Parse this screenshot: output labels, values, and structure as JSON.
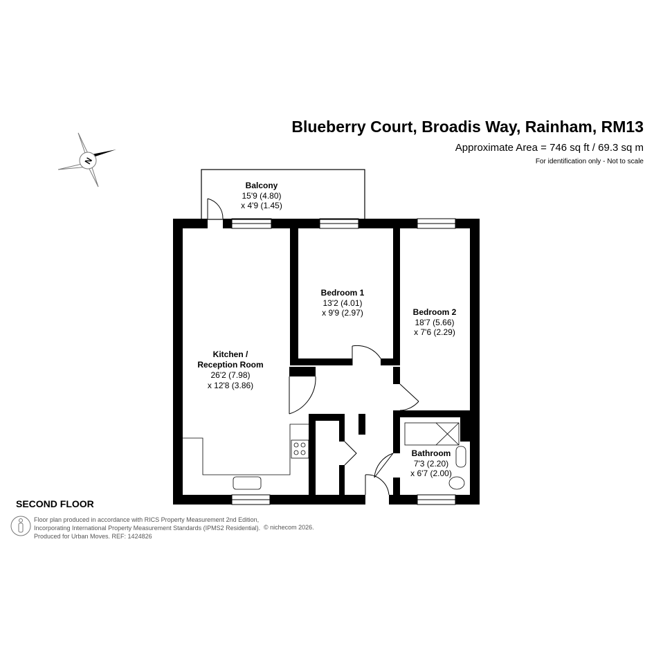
{
  "header": {
    "title": "Blueberry Court, Broadis Way, Rainham, RM13",
    "area": "Approximate Area = 746 sq ft / 69.3 sq m",
    "note": "For identification only - Not to scale"
  },
  "compass": {
    "label": "N"
  },
  "rooms": [
    {
      "name": "Balcony",
      "dim1": "15'9 (4.80)",
      "dim2": "x 4'9 (1.45)"
    },
    {
      "name": "Bedroom 1",
      "dim1": "13'2 (4.01)",
      "dim2": "x 9'9 (2.97)"
    },
    {
      "name": "Bedroom 2",
      "dim1": "18'7 (5.66)",
      "dim2": "x 7'6 (2.29)"
    },
    {
      "name": "Kitchen /",
      "name2": "Reception Room",
      "dim1": "26'2 (7.98)",
      "dim2": "x 12'8 (3.86)"
    },
    {
      "name": "Bathroom",
      "dim1": "7'3 (2.20)",
      "dim2": "x 6'7 (2.00)"
    }
  ],
  "floor_label": "SECOND FLOOR",
  "footer": {
    "line1": "Floor plan produced in accordance with RICS Property Measurement 2nd Edition,",
    "line2": "Incorporating International Property Measurement Standards (IPMS2 Residential).",
    "line3": "Produced for Urban Moves.   REF: 1424826",
    "copyright": "© nichecom 2026."
  }
}
